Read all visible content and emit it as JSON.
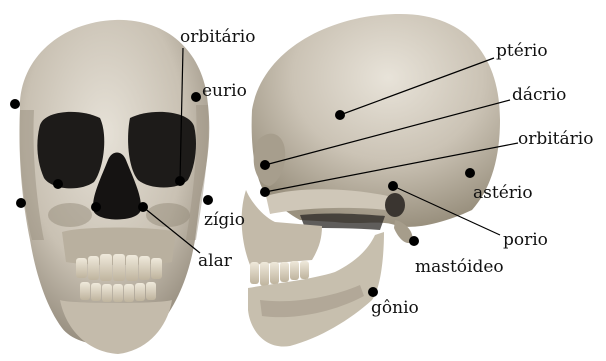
{
  "labels": {
    "orbitario_front": "orbitário",
    "eurio": "eurio",
    "zigio": "zígio",
    "alar": "alar",
    "pterio": "ptério",
    "dacrio": "dácrio",
    "orbitario_side": "orbitário",
    "asterio": "astério",
    "porio": "porio",
    "mastoideo": "mastóideo",
    "gonio": "gônio"
  },
  "colors": {
    "bone_light": "#d9d4c9",
    "bone_mid": "#b3aa9b",
    "bone_dark": "#6e665b",
    "cavity": "#1c1a18",
    "marker": "#000000"
  }
}
